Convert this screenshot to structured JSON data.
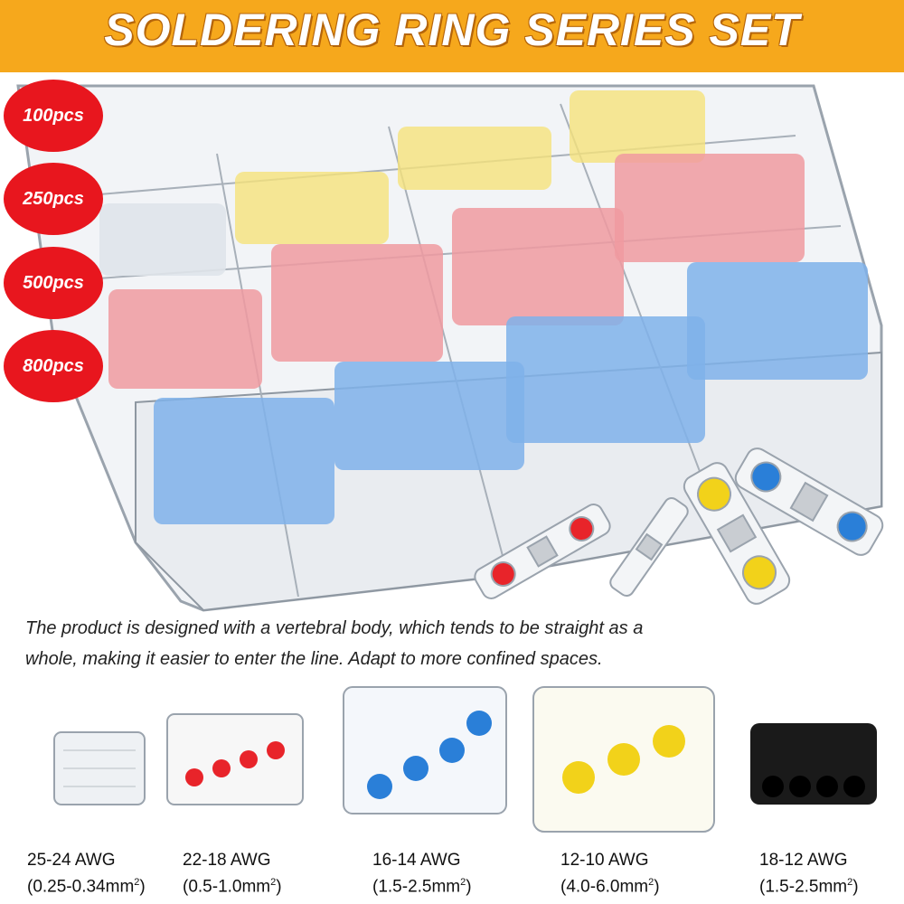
{
  "banner": {
    "title": "SOLDERING RING SERIES SET"
  },
  "quantities": [
    "100pcs",
    "250pcs",
    "500pcs",
    "800pcs"
  ],
  "description": "The product is designed with a vertebral body, which tends to be straight as a whole, making it easier to enter the line. Adapt to more confined spaces.",
  "sizes": [
    {
      "awg": "25-24 AWG",
      "mm": "(0.25-0.34mm",
      "color": "#e6e6e6"
    },
    {
      "awg": "22-18 AWG",
      "mm": "(0.5-1.0mm",
      "color": "#e8242a"
    },
    {
      "awg": "16-14 AWG",
      "mm": "(1.5-2.5mm",
      "color": "#2a7fd8"
    },
    {
      "awg": "12-10 AWG",
      "mm": "(4.0-6.0mm",
      "color": "#f2d21a"
    },
    {
      "awg": "18-12 AWG",
      "mm": "(1.5-2.5mm",
      "color": "#111111"
    }
  ],
  "colors": {
    "banner": "#f6a81c",
    "badge": "#e8161e"
  }
}
